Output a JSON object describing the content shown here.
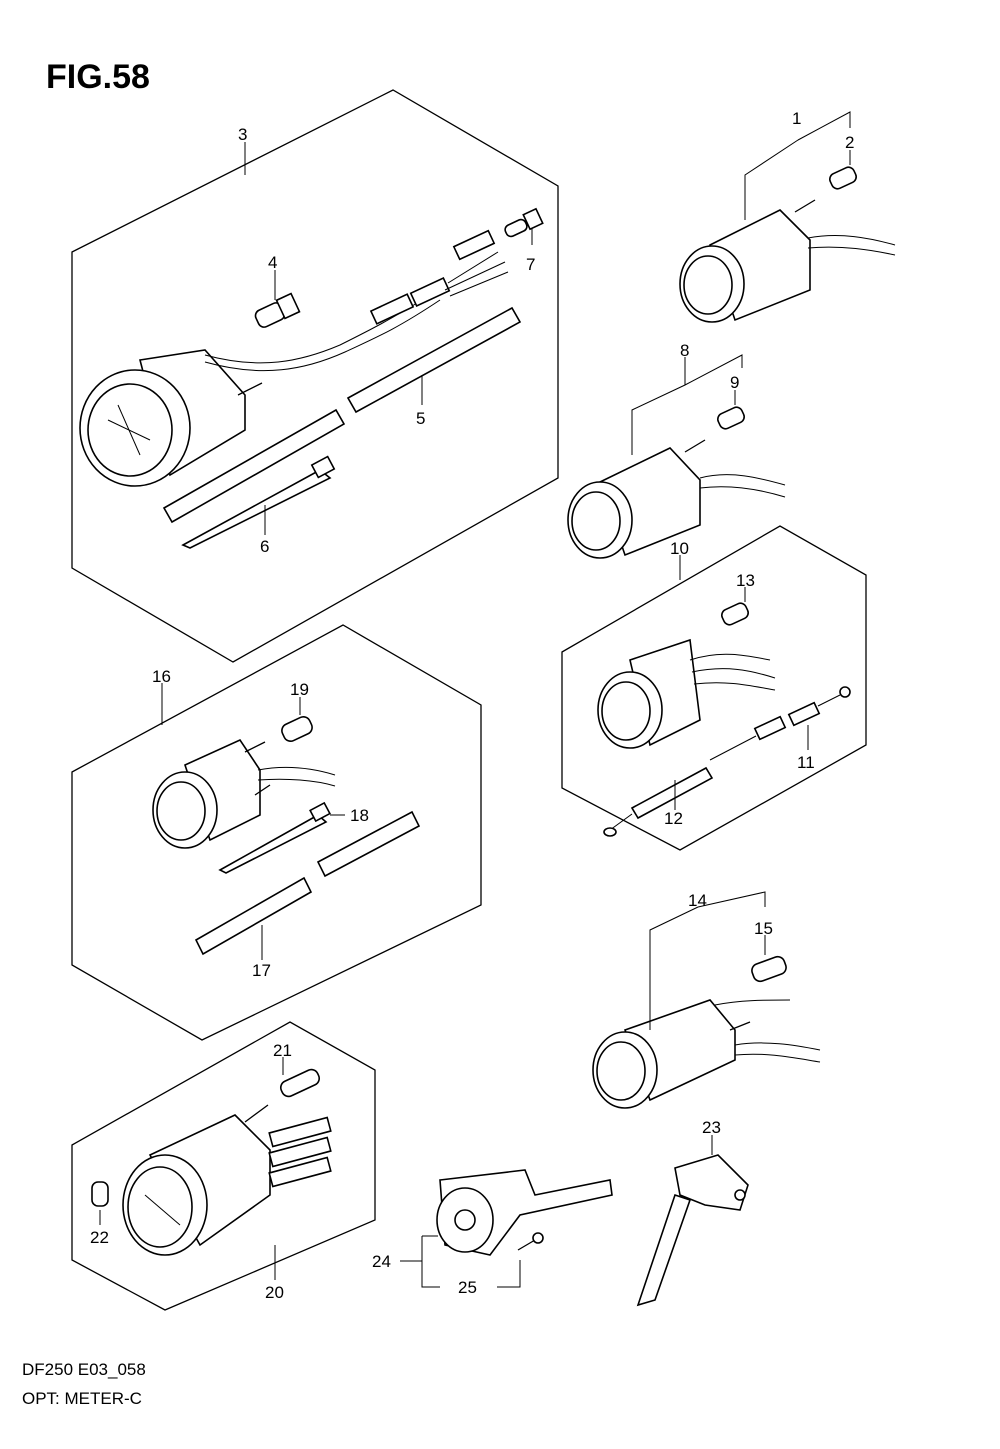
{
  "figure": {
    "title": "FIG.58"
  },
  "callouts": [
    "1",
    "2",
    "3",
    "4",
    "5",
    "6",
    "7",
    "8",
    "9",
    "10",
    "11",
    "12",
    "13",
    "14",
    "15",
    "16",
    "17",
    "18",
    "19",
    "20",
    "21",
    "22",
    "23",
    "24",
    "25"
  ],
  "footer": {
    "code": "DF250 E03_058",
    "description": "OPT: METER-C"
  }
}
